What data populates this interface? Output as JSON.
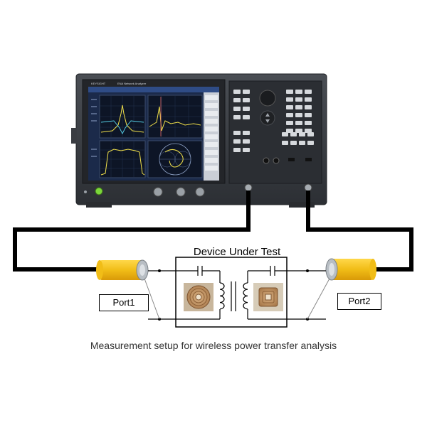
{
  "instrument": {
    "brand": "KEYSIGHT",
    "model": "ENA Network Analyzer",
    "colors": {
      "body": "#3a3d42",
      "panel": "#2b2e33",
      "screen": "#1b2a4a",
      "trace_yellow": "#f3e24a",
      "trace_cyan": "#56d1e8",
      "led": "#7bd63a"
    }
  },
  "diagram": {
    "dut_title": "Device Under Test",
    "port1_label": "Port1",
    "port2_label": "Port2",
    "caption": "Measurement setup for wireless power transfer analysis",
    "colors": {
      "cable": "#000000",
      "port_body": "#f1bd17",
      "port_end": "#9aa1a8",
      "coil_pad": "#b98c5a"
    }
  }
}
